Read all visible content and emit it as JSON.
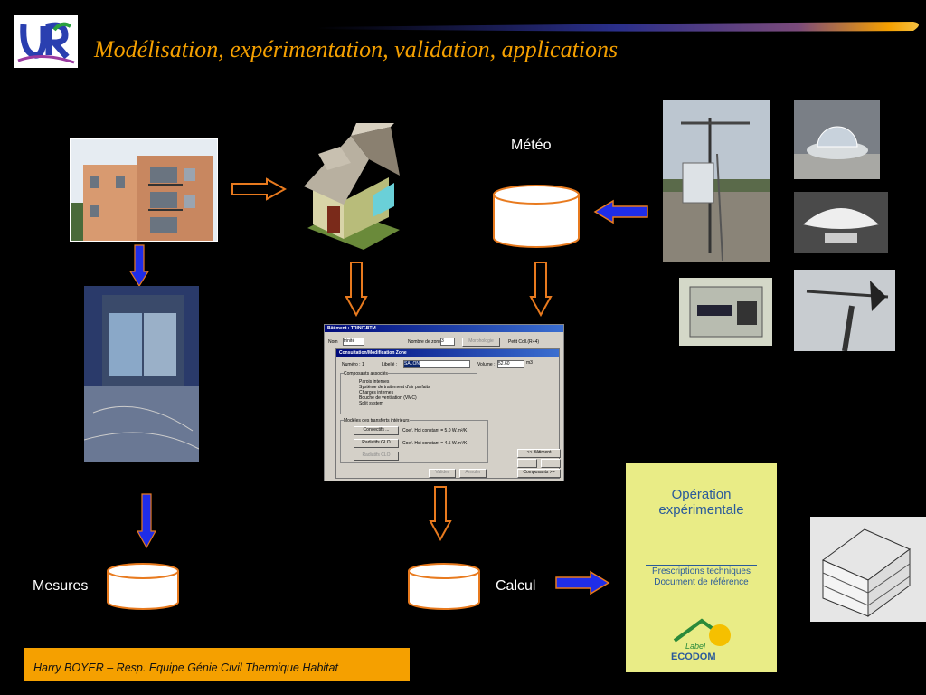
{
  "title": "Modélisation, expérimentation, validation, applications",
  "labels": {
    "meteo": "Météo",
    "mesures": "Mesures",
    "calcul": "Calcul"
  },
  "footer": "Harry BOYER – Resp. Equipe Génie Civil Thermique Habitat",
  "book": {
    "title_line1": "Opération",
    "title_line2": "expérimentale",
    "sub_line1": "Prescriptions techniques",
    "sub_line2": "Document de référence",
    "badge_line1": "Label",
    "badge_line2": "ECODOM"
  },
  "software": {
    "main_title": "Bâtiment : TRINIT.BTM",
    "dialog_title": "Consultation/Modification Zone",
    "nom_label": "Nom",
    "nom_value": "trinité",
    "zones_label": "Nombre de zones :",
    "zones_value": "3",
    "morpho_button": "Morphologie",
    "petit_coll": "Petit Coll.(R+4)",
    "numero": "Numéro : 1",
    "libelle_label": "Libellé :",
    "libelle_value": "SALON",
    "volume_label": "Volume :",
    "volume_value": "52.60",
    "volume_unit": "m3",
    "components_header": "Composants associés",
    "components": [
      "Parois internes",
      "Système de traitement d'air parfaits",
      "Charges internes",
      "Bouche de ventilation (VMC)",
      "Split system"
    ],
    "models_header": "Modèles des transferts intérieurs",
    "btn_convectifs": "Convectifs ...",
    "coef1": "Coef. Hci constant = 5.0 W.m²/K",
    "btn_radiatifs_glo": "Radiatifs GLO",
    "coef2": "Coef. Hci constant = 4.5 W.m²/K",
    "btn_radiatifs_clo": "Radiatifs CLO",
    "btn_valider": "Valider",
    "btn_annuler": "Annuler",
    "btn_batiment": "<< Bâtiment",
    "btn_composants": "Composants >>"
  },
  "colors": {
    "title": "#f5a000",
    "footer_bg": "#f5a000",
    "orange_arrow": "#e87a1e",
    "blue_arrow": "#1f2de8"
  }
}
